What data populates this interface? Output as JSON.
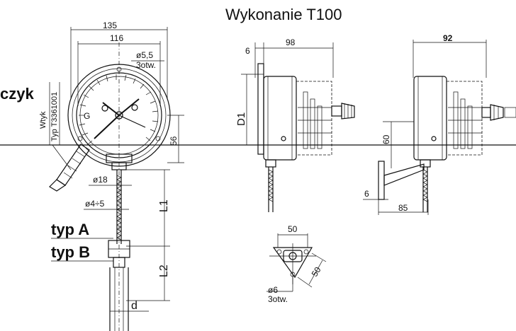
{
  "title": "Wykonanie  T100",
  "labels": {
    "czyk": "czyk",
    "wtyk": "Wtyk",
    "typ_t": "Typ  T3361001",
    "typ_a": "typ A",
    "typ_b": "typ B",
    "otw1": "3otw.",
    "otw2": "3otw."
  },
  "front_view": {
    "dim_135": "135",
    "dim_116": "116",
    "dim_hole": "ø5,5",
    "dim_56": "56",
    "dim_18": "ø18",
    "dim_4_5": "ø4÷5",
    "dim_L1": "L1",
    "dim_L2": "L2",
    "dim_d": "d",
    "dial_G": "G"
  },
  "side_view": {
    "dim_6": "6",
    "dim_98": "98",
    "dim_D1": "D1"
  },
  "bracket_view": {
    "dim_92": "92",
    "dim_60": "60",
    "dim_6": "6",
    "dim_85": "85"
  },
  "flange_view": {
    "dim_50_top": "50",
    "dim_50_side": "50",
    "dim_hole": "ø6"
  }
}
